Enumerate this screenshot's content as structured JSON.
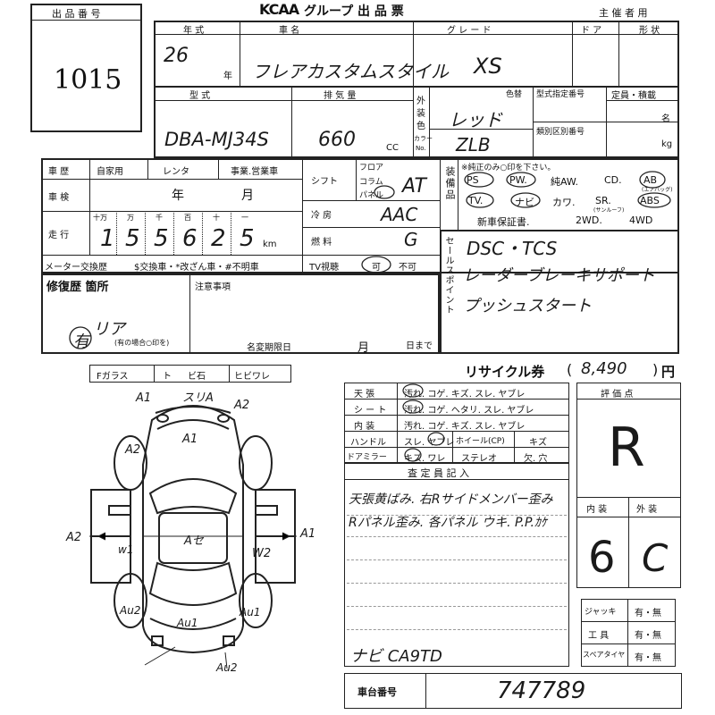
{
  "lot_box": {
    "label": "出 品 番 号",
    "number": "1015"
  },
  "header": {
    "brand": "KCAA",
    "title": "グループ 出 品 票",
    "organizer": "主 催 者 用"
  },
  "row1": {
    "year_label": "年 式",
    "name_label": "車 名",
    "grade_label": "グ レ ー ド",
    "door_label": "ド ア",
    "shape_label": "形 状",
    "year_value": "26",
    "year_unit": "年",
    "name_value": "フレアカスタムスタイル",
    "grade_value": "XS"
  },
  "row2": {
    "model_label": "型 式",
    "displacement_label": "排 気 量",
    "exterior_color_label": [
      "外",
      "装",
      "色"
    ],
    "color_label": "色替",
    "color_no_label": [
      "カラー",
      "No."
    ],
    "type_designation_label": "型式指定番号",
    "category_label": "類別区別番号",
    "capacity_label": "定員・積載",
    "capacity_unit": "名",
    "load_unit": "kg",
    "model_value": "DBA-MJ34S",
    "displacement_value": "660",
    "displacement_unit": "CC",
    "color_value": "レッド",
    "color_code_value": "ZLB"
  },
  "history": {
    "label": "車 歴",
    "options": [
      "自家用",
      "レンタ",
      "事業.営業車"
    ],
    "inspection_label": "車 検",
    "inspection_year": "年",
    "inspection_month": "月",
    "mileage_label": "走 行",
    "mileage_units": [
      "十万",
      "万",
      "千",
      "百",
      "十",
      "一"
    ],
    "mileage_digits": [
      "1",
      "5",
      "5",
      "6",
      "2",
      "5"
    ],
    "mileage_km": "km",
    "meter_label": "メーター交換歴",
    "meter_options": "$交換車・*改ざん車・#不明車"
  },
  "mech": {
    "shift_label": "シフト",
    "shift_options": [
      "フロア",
      "コラム",
      "パネル"
    ],
    "shift_value": "AT",
    "ac_label": "冷 房",
    "ac_value": "AAC",
    "fuel_label": "燃 料",
    "fuel_value": "G",
    "tv_label": "TV視聴",
    "tv_options": [
      "可",
      "不可"
    ]
  },
  "equipment": {
    "label": [
      "装",
      "備",
      "品"
    ],
    "note": "※純正のみ○印を下さい。",
    "items1": [
      "PS",
      "PW.",
      "純AW.",
      "CD.",
      "AB"
    ],
    "airbag_note": "(エアバッグ)",
    "items2": [
      "TV.",
      "ナビ.",
      "カワ.",
      "SR.",
      "ABS"
    ],
    "sunroof_note": "(サンルーフ)",
    "items3": [
      "新車保証書.",
      "2WD.",
      "4WD"
    ]
  },
  "sales_point": {
    "label": "セールスポイント",
    "lines": [
      "DSC・TCS",
      "レーダーブレーキサポート",
      "プッシュスタート"
    ]
  },
  "repair": {
    "label": "修復歴 箇所",
    "notes_label": "注意事項",
    "value": "有",
    "handwritten": "リア",
    "circle_note": "(有の場合○印を)",
    "name_change_label": "名変期限日",
    "month": "月",
    "day_until": "日まで"
  },
  "glass": {
    "label": "Fガラス",
    "options": [
      "ト",
      "ビ石",
      "ヒビワレ"
    ]
  },
  "recycle": {
    "label": "リサイクル券",
    "value": "8,490",
    "unit": "円"
  },
  "interior": {
    "rows": [
      {
        "label": "天 張",
        "options": "汚れ. コゲ. キズ. スレ. ヤブレ"
      },
      {
        "label": "シ ー ト",
        "options": "汚れ. コゲ. ヘタリ. スレ. ヤブレ"
      },
      {
        "label": "内 装",
        "options": "汚れ. コゲ. キズ. スレ. ヤブレ"
      },
      {
        "label": "ハンドル",
        "options": "スレ. ヤブレ"
      },
      {
        "label": "ドアミラー",
        "options": "キズ. ワレ"
      }
    ],
    "wheel_label": "ホイール(CP)",
    "wheel_value": "キズ",
    "stereo_label": "ステレオ",
    "stereo_options": "欠. 穴"
  },
  "inspector": {
    "label": "査 定 員 記 入",
    "lines": [
      "天張黄ばみ. 右Rサイドメンバー歪み",
      "Rパネル歪み. 各パネル ウキ. P.P.ｶｹ"
    ],
    "bottom_note": "ナビ CA9TD"
  },
  "rating": {
    "label": "評 価 点",
    "value": "R",
    "interior_label": "内 装",
    "exterior_label": "外 装",
    "interior_value": "6",
    "exterior_value": "C"
  },
  "tools": [
    {
      "label": "ジャッキ",
      "value": "有・無"
    },
    {
      "label": "工 具",
      "value": "有・無"
    },
    {
      "label": "スペアタイヤ",
      "value": "有・無"
    }
  ],
  "chassis": {
    "label": "車台番号",
    "value": "747789"
  },
  "car_marks": {
    "front": "スリA",
    "a1_top_left": "A1",
    "a2_top_right": "A2",
    "a1_hood": "A1",
    "a2_left_front": "A2",
    "a2_left": "A2",
    "w1": "w1",
    "roof": "Aセ",
    "w2": "W2",
    "a1_right": "A1",
    "au2_left": "Au2",
    "au1": "Au1",
    "au1_right": "Au1",
    "au2_bottom": "Au2"
  }
}
